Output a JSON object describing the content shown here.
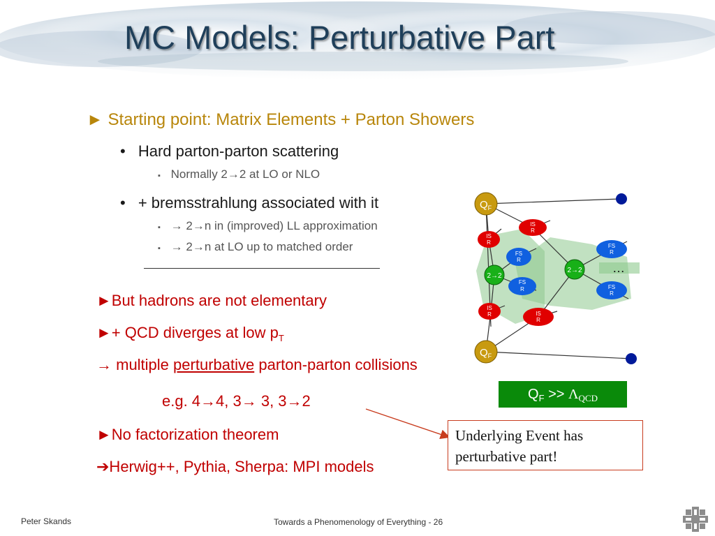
{
  "slide": {
    "title": "MC Models: Perturbative Part",
    "bullets": {
      "starting_marker": "►",
      "starting": "Starting point: Matrix Elements + Parton Showers",
      "hard_dot": "•",
      "hard": "Hard parton-parton scattering",
      "hard_sub_marker": "▪",
      "hard_sub": "Normally 2→2 at LO or NLO",
      "brems_dot": "•",
      "brems": "+ bremsstrahlung associated with it",
      "brems_sub1_marker": "▪",
      "brems_sub1": "→ 2→n in (improved) LL approximation",
      "brems_sub2_marker": "▪",
      "brems_sub2": "→ 2→n at LO up to matched order"
    },
    "lower": {
      "hadrons": "►But hadrons are not elementary",
      "qcd_pre": "►+ QCD diverges at low p",
      "qcd_sub": "T",
      "multiple_pre": "→ multiple ",
      "multiple_link": "perturbative",
      "multiple_post": " parton-parton collisions",
      "eg": "e.g. 4→4, 3→ 3, 3→2",
      "nofact": "►No factorization theorem",
      "models": "➔Herwig++, Pythia, Sherpa: MPI models"
    },
    "diagram": {
      "q_top": "Q",
      "q_top_sub": "F",
      "q_bottom": "Q",
      "q_bottom_sub": "F",
      "isr_label_a": "IS",
      "isr_label_b": "R",
      "fsr_label_a": "FS",
      "fsr_label_b": "R",
      "hard_2to2": "2→2",
      "dots": "…"
    },
    "qbox": {
      "q": "Q",
      "q_sub": "F",
      "gg": " >> ",
      "lambda": "Λ",
      "lambda_sub": "QCD"
    },
    "callout": {
      "line1": "Underlying Event has",
      "line2": "perturbative part!"
    },
    "footer": {
      "author": "Peter Skands",
      "center": "Towards a Phenomenology of Everything - 26"
    }
  },
  "colors": {
    "title": "#1f3f5a",
    "gold": "#b8860b",
    "red": "#c00000",
    "green_box": "#0a8a0a",
    "callout_border": "#c83c1e",
    "isr": "#e00000",
    "fsr": "#1060e0",
    "hard": "#18b018",
    "q_node": "#c89a10",
    "end_node": "#001a9a"
  }
}
